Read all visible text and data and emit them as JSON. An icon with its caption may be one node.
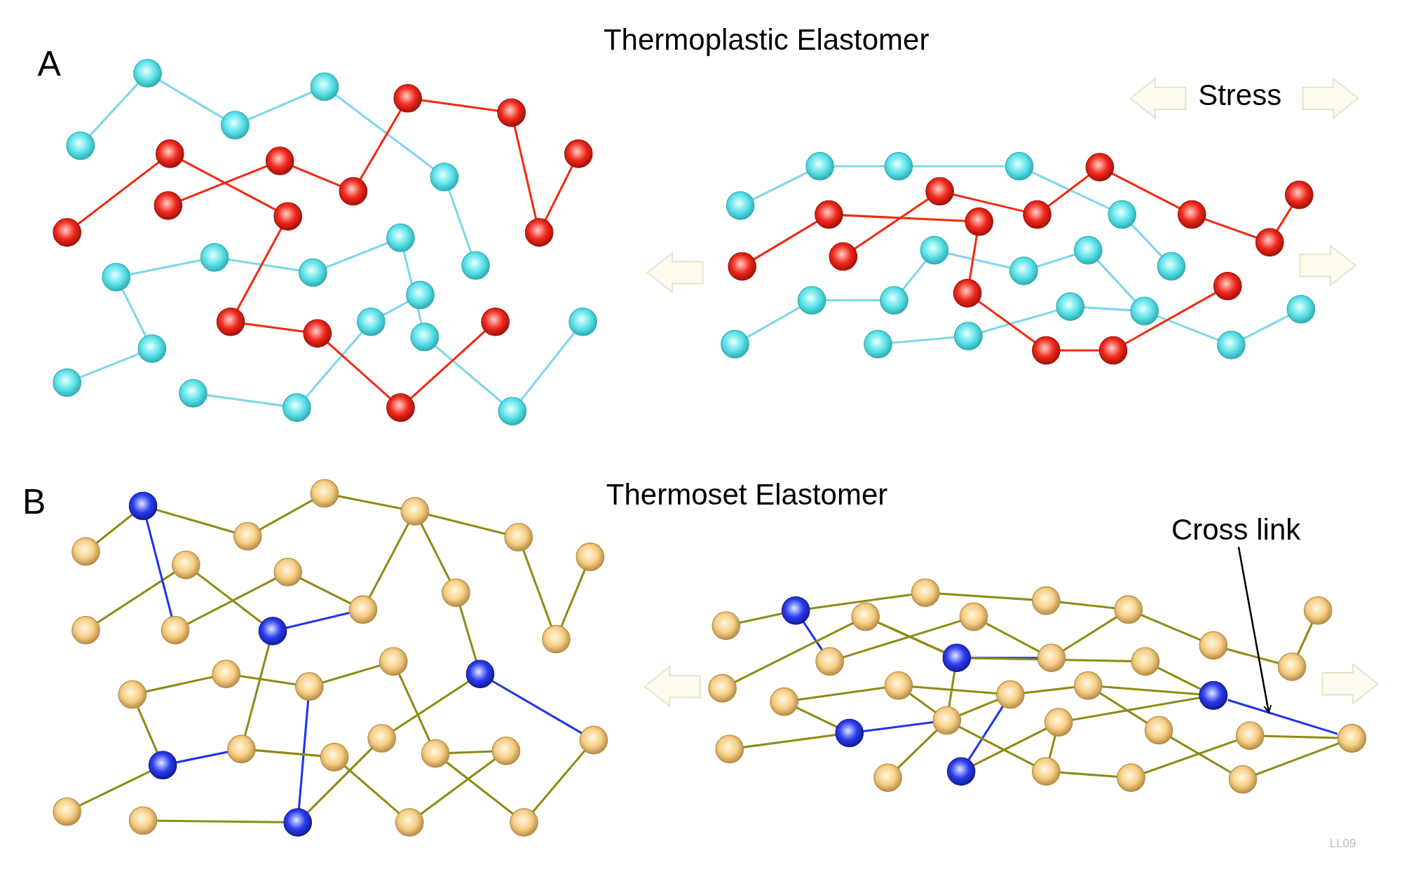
{
  "diagram": {
    "nodes": [
      {
        "text": [
          "Cross link"
        ]
      },
      {
        "text": [],
        "shape": "bar"
      }
    ],
    "edges": [
      {
        "from": 0,
        "to": 1,
        "arrow": "to"
      }
    ],
    "labels": [
      "A",
      "Thermoplastic Elastomer",
      "Stress",
      "B",
      "Thermoset Elastomer",
      "LL09"
    ]
  }
}
